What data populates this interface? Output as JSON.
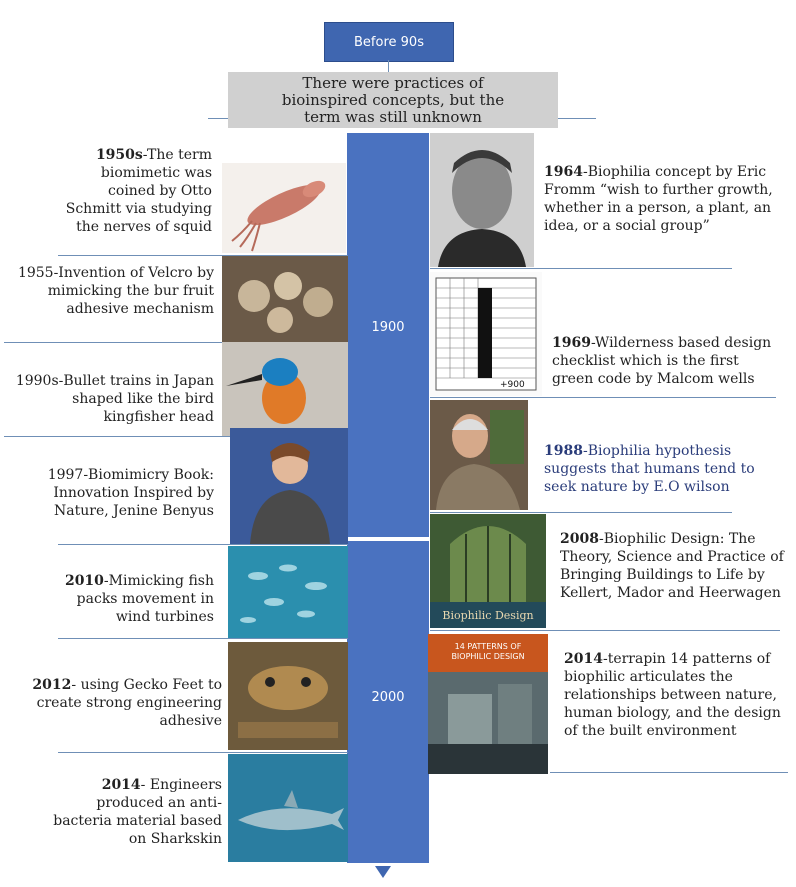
{
  "header": {
    "era": "Before 90s",
    "note": "There were practices of bioinspired concepts, but the term was still unknown"
  },
  "spine": {
    "label_1900": "1900",
    "label_2000": "2000"
  },
  "left_events": [
    {
      "year": "1950s",
      "text": "-The term biomimetic was coined by Otto Schmitt via studying the nerves of squid",
      "image": "squid-photo"
    },
    {
      "year": "",
      "text": "1955-Invention of Velcro by mimicking the bur fruit adhesive mechanism",
      "image": "bur-fruit-photo"
    },
    {
      "year": "",
      "text": "1990s-Bullet trains in Japan shaped like the bird kingfisher head",
      "image": "kingfisher-photo"
    },
    {
      "year": "",
      "text": "1997-Biomimicry Book: Innovation Inspired by Nature, Jenine Benyus",
      "image": "speaker-photo"
    },
    {
      "year": "2010",
      "text": "-Mimicking fish packs movement in wind turbines",
      "image": "fish-school-photo"
    },
    {
      "year": "2012",
      "text": "- using Gecko Feet to create strong engineering adhesive",
      "image": "gecko-photo"
    },
    {
      "year": "2014",
      "text": "- Engineers produced an anti-bacteria material based on Sharkskin",
      "image": "shark-photo"
    }
  ],
  "right_events": [
    {
      "year": "1964",
      "text": "-Biophilia concept by Eric Fromm “wish to further growth, whether in a person, a plant, an idea, or a social group”",
      "image": "portrait-photo"
    },
    {
      "year": "1969",
      "text": "-Wilderness based design checklist which is the first green code by Malcom wells",
      "image": "checklist-image",
      "checklist_score": "+900"
    },
    {
      "year": "1988",
      "text": "-Biophilia hypothesis suggests that humans tend to seek nature by E.O wilson",
      "image": "wilson-photo"
    },
    {
      "year": "2008",
      "text": "-Biophilic Design: The Theory, Science and Practice of Bringing Buildings to Life by Kellert, Mador and Heerwagen",
      "image": "book-cover",
      "book_title": "Biophilic Design"
    },
    {
      "year": "2014",
      "text": "-terrapin 14 patterns of biophilic articulates the relationships between nature, human biology, and the design of the built environment",
      "image": "report-cover",
      "report_title": "14 PATTERNS OF BIOPHILIC DESIGN"
    }
  ],
  "colors": {
    "spine": "#4a72c0",
    "era_box": "#3f66b0",
    "note_box": "#d0d0d0",
    "connector": "#6f8fb6"
  }
}
